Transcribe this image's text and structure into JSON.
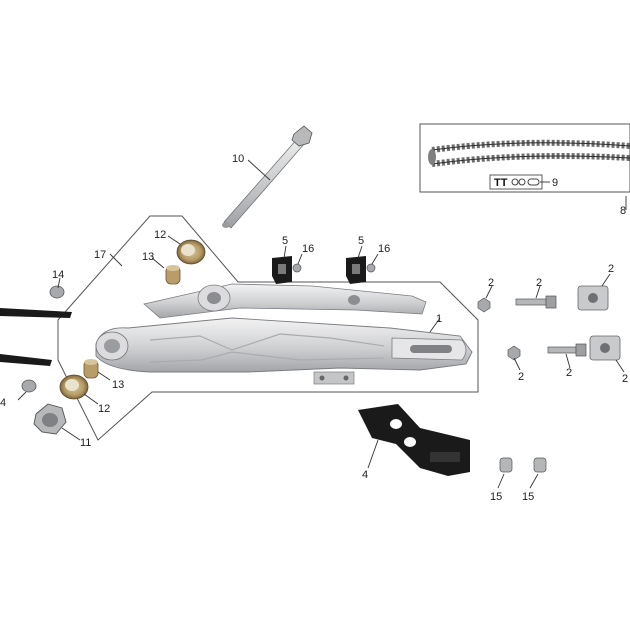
{
  "diagram": {
    "callouts": {
      "c1": "1",
      "c2a": "2",
      "c2b": "2",
      "c2c": "2",
      "c2d": "2",
      "c2e": "2",
      "c2f": "2",
      "c4": "4",
      "c4b": "4",
      "c5a": "5",
      "c5b": "5",
      "c8": "8",
      "c9": "9",
      "c10": "10",
      "c11": "11",
      "c12a": "12",
      "c12b": "12",
      "c13a": "13",
      "c13b": "13",
      "c14a": "14",
      "c15a": "15",
      "c15b": "15",
      "c16a": "16",
      "c16b": "16",
      "c17": "17"
    },
    "chain_box": {
      "label": "TT"
    },
    "colors": {
      "metal": "#c9cacc",
      "metal_dark": "#8f9194",
      "black_part": "#1a1a1a",
      "line": "#333333"
    }
  }
}
